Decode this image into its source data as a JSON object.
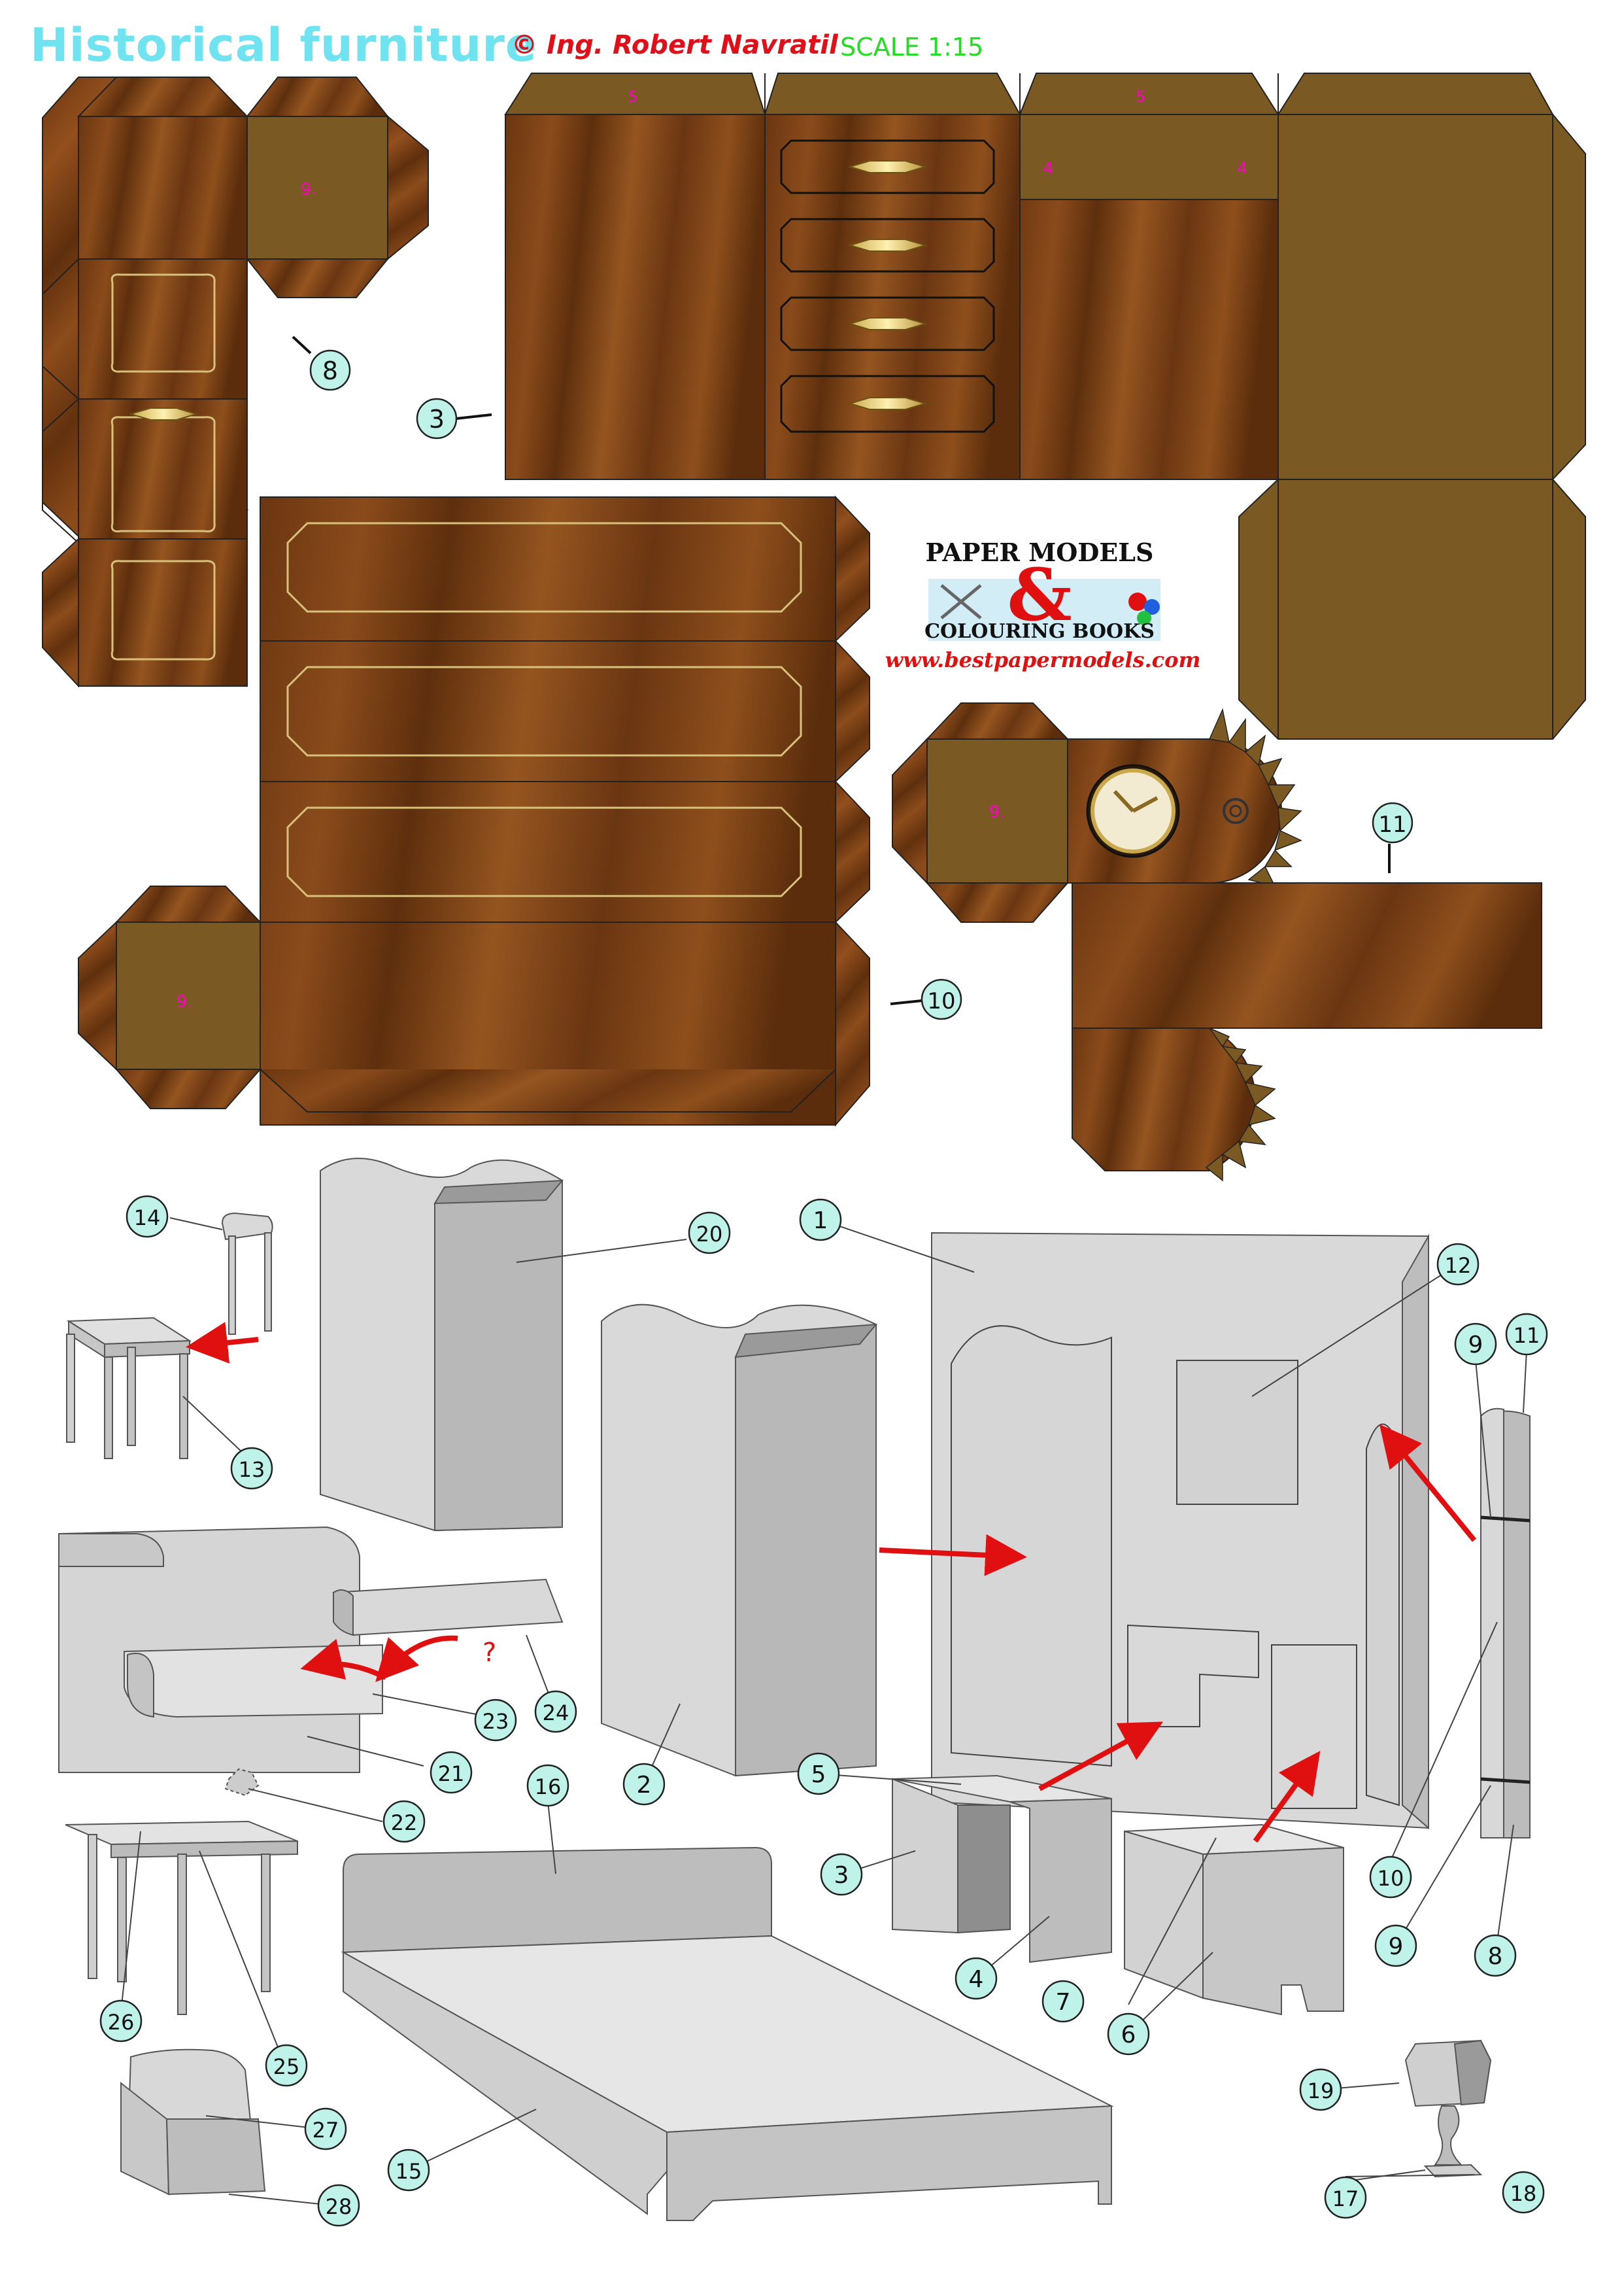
{
  "header": {
    "title": "Historical furniture",
    "copyright_symbol": "©",
    "author": "Ing. Robert Navratil",
    "scale": "SCALE 1:15"
  },
  "logo": {
    "line1": "PAPER MODELS",
    "ampersand": "&",
    "line2": "COLOURING BOOKS",
    "url": "www.bestpapermodels.com"
  },
  "sheet_labels": {
    "glue_5a": "5",
    "glue_5b": "5",
    "glue_4a": "4",
    "glue_4b": "4",
    "glue_9_top": "9.",
    "glue_9_clock": "9.",
    "glue_9_bottom": "9."
  },
  "cut_callouts": {
    "c8": "8",
    "c3": "3",
    "c10": "10",
    "c11": "11"
  },
  "assembly_callouts": {
    "c1": "1",
    "c2": "2",
    "c3": "3",
    "c4": "4",
    "c5": "5",
    "c6": "6",
    "c7": "7",
    "c8": "8",
    "c9a": "9",
    "c9b": "9",
    "c10": "10",
    "c11": "11",
    "c12": "12",
    "c13": "13",
    "c14": "14",
    "c15": "15",
    "c16": "16",
    "c17": "17",
    "c18": "18",
    "c19": "19",
    "c20": "20",
    "c21": "21",
    "c22": "22",
    "c23": "23",
    "c24": "24",
    "c25": "25",
    "c26": "26",
    "c27": "27",
    "c28": "28"
  },
  "question_mark": "?",
  "colors": {
    "wood_dark": "#5a2e0c",
    "wood_mid": "#7d4418",
    "wood_light": "#a4652b",
    "glue_tab": "#7a5a22",
    "part_gray": "#cfcfcf",
    "part_gray_dark": "#a9a9a9",
    "callout_fill": "#bff3ea",
    "arrow_red": "#e01010",
    "label_magenta": "#ff00c8",
    "title_cyan": "#6fe3f0",
    "scale_green": "#22dd22"
  }
}
